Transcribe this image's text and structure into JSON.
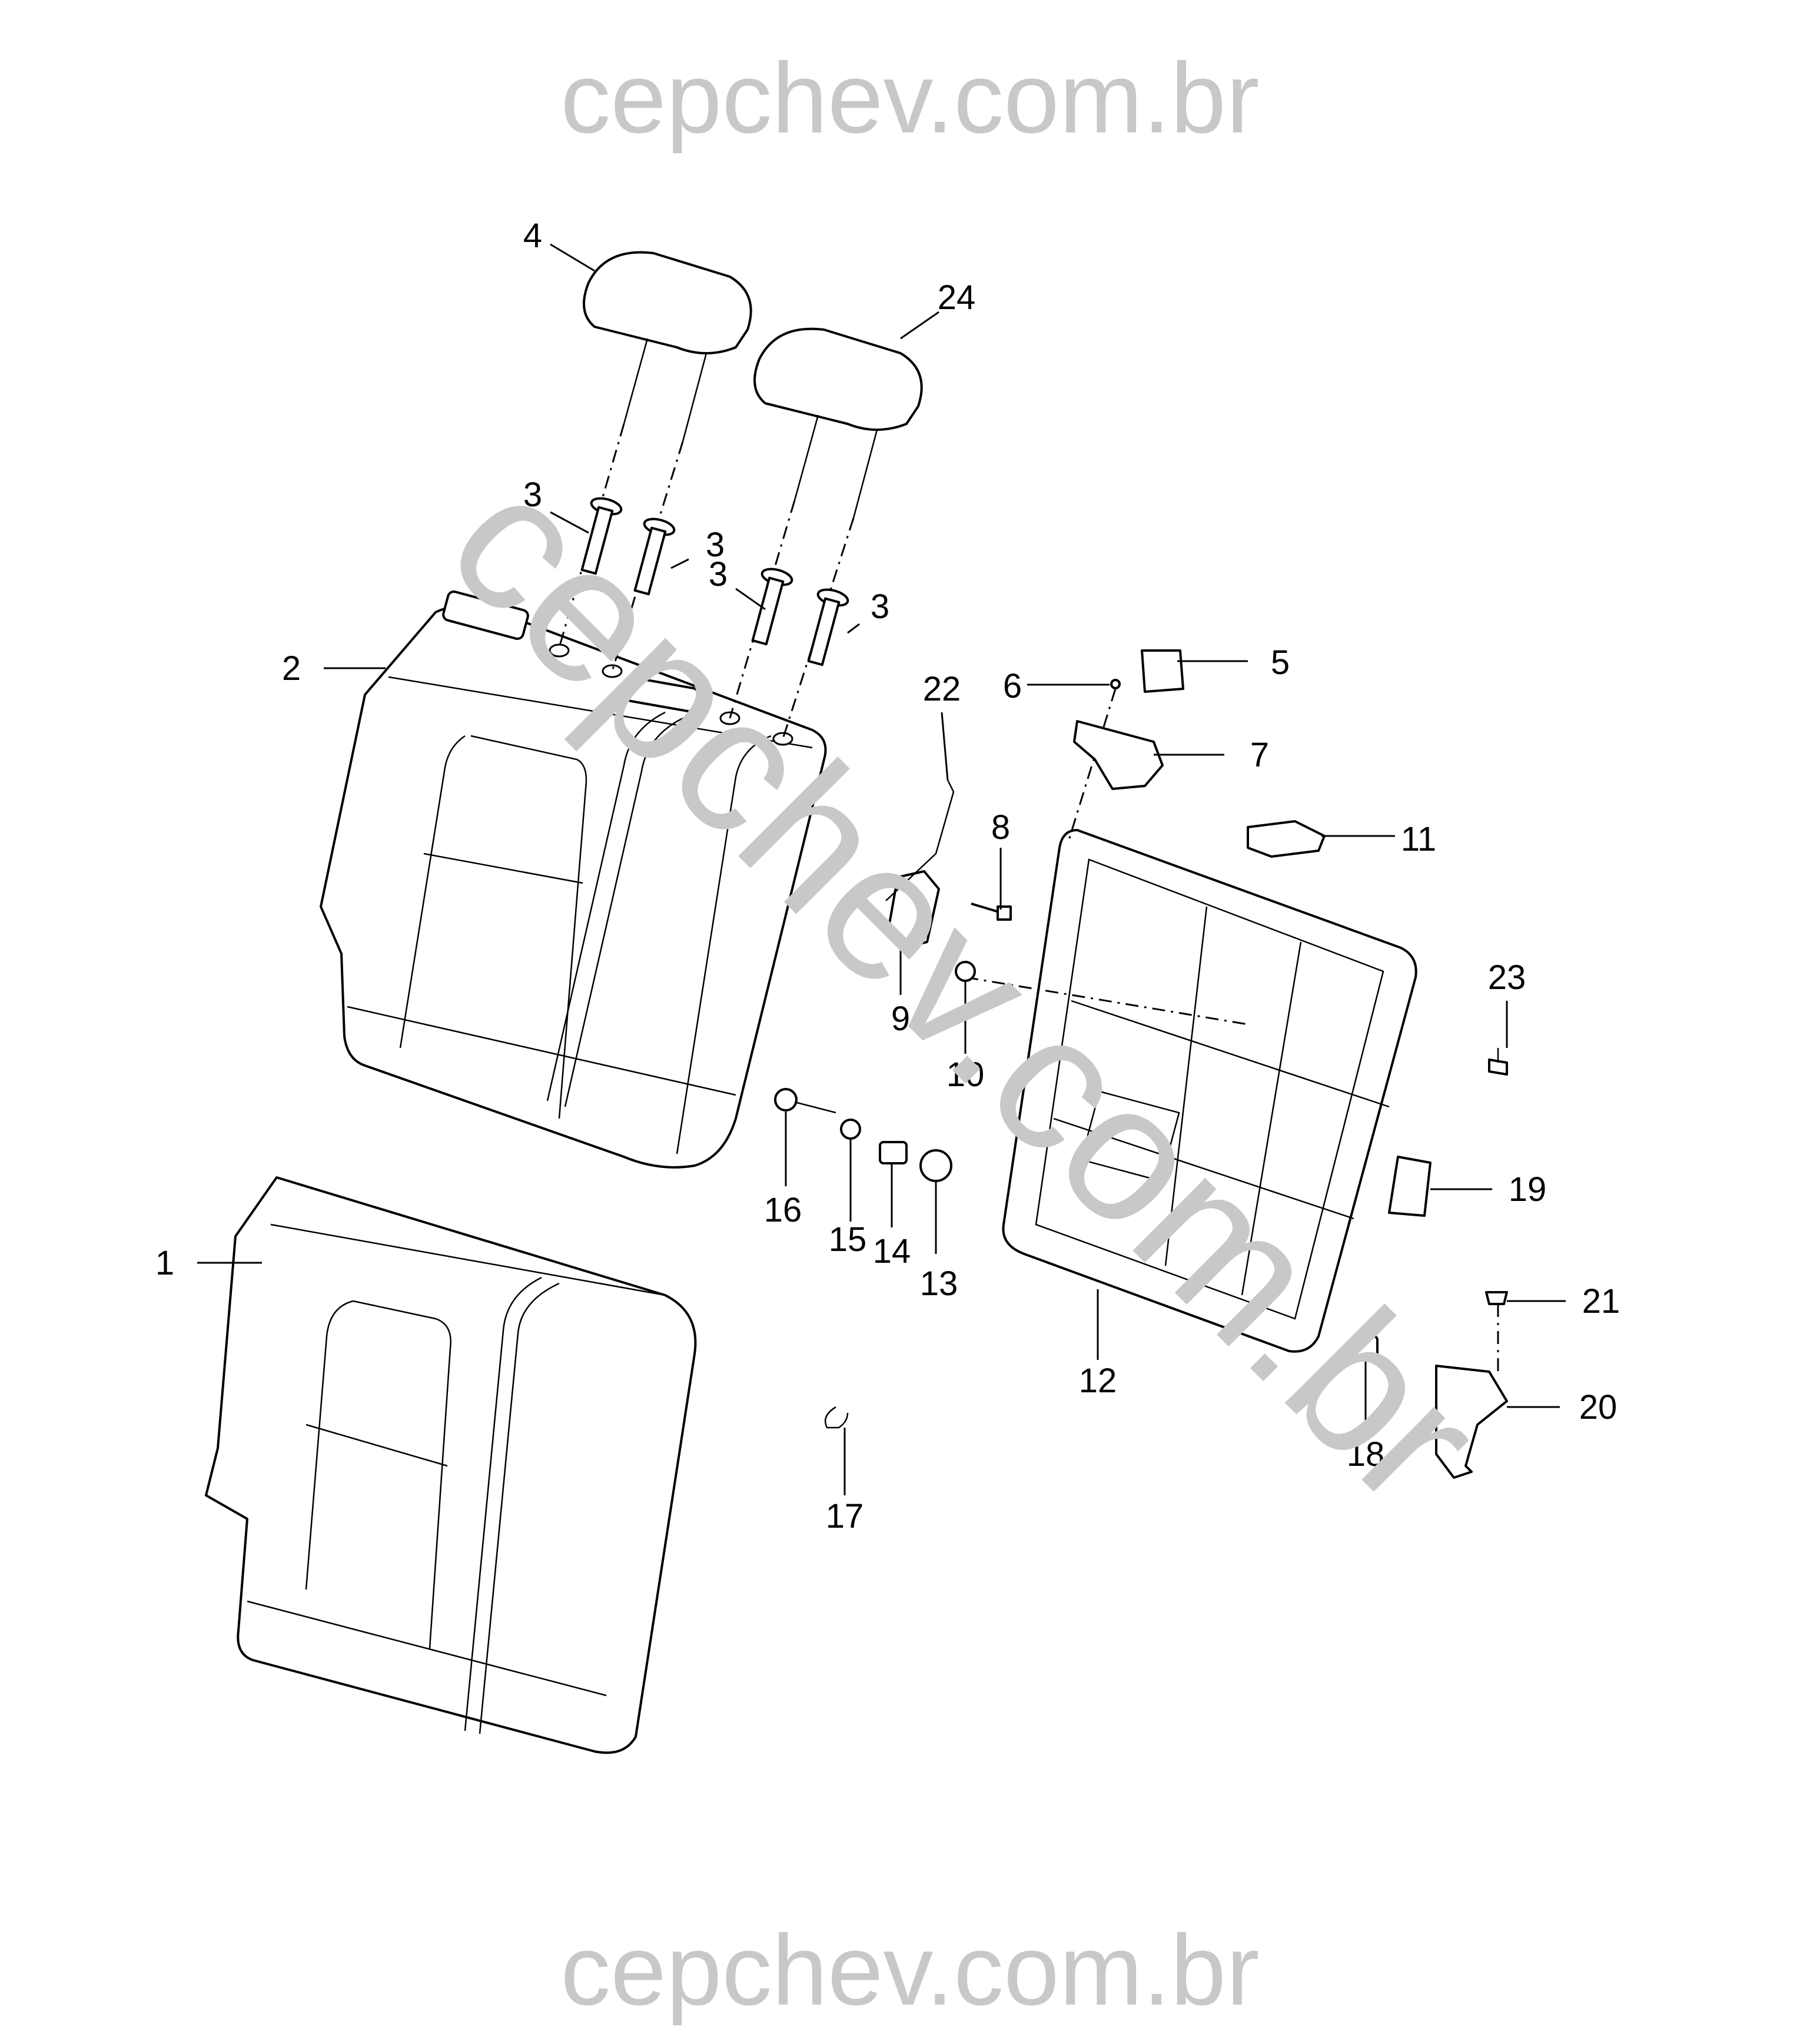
{
  "watermark": {
    "top": "cepchev.com.br",
    "diagonal": "cepchev.com.br",
    "bottom": "cepchev.com.br"
  },
  "callouts": [
    "1",
    "2",
    "3",
    "3",
    "3",
    "3",
    "4",
    "5",
    "6",
    "7",
    "8",
    "9",
    "10",
    "11",
    "12",
    "13",
    "14",
    "15",
    "16",
    "17",
    "18",
    "19",
    "20",
    "21",
    "22",
    "23",
    "24"
  ]
}
